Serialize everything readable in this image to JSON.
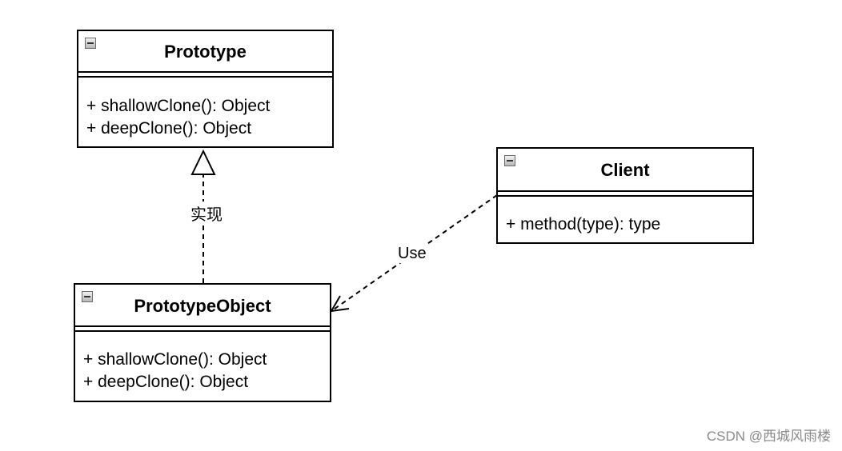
{
  "classes": {
    "prototype": {
      "name": "Prototype",
      "operations": [
        "+ shallowClone(): Object",
        "+ deepClone(): Object"
      ]
    },
    "prototype_object": {
      "name": "PrototypeObject",
      "operations": [
        "+ shallowClone(): Object",
        "+ deepClone(): Object"
      ]
    },
    "client": {
      "name": "Client",
      "operations": [
        "+ method(type): type"
      ]
    }
  },
  "relations": {
    "realization_label": "实现",
    "use_label": "Use"
  },
  "watermark": "CSDN @西城风雨楼",
  "icons": [
    "collapse-icon"
  ]
}
